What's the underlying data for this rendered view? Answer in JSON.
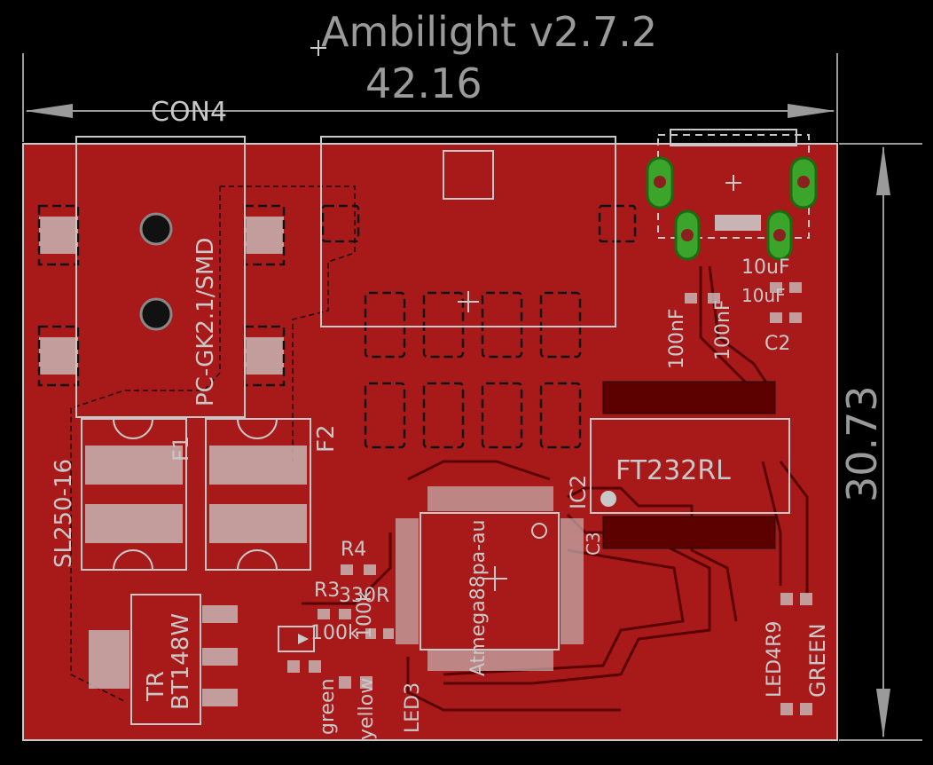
{
  "board": {
    "title": "Ambilight v2.7.2",
    "width_label": "42.16",
    "height_label": "30.73"
  },
  "labels": {
    "con4": "CON4",
    "connector": "PC-GK2.1/SMD",
    "fuse1_type": "SL250-16",
    "fuse2": "F2",
    "ft232": "FT232RL",
    "mcu": "Atmega88pa-au",
    "r4": "R4",
    "r3": "R3",
    "r_330r": "330R",
    "r_100k": "100k",
    "c2": "C2",
    "c_10uf": "10uF",
    "c_100nf": "100nF",
    "c_100nf_2": "100nF",
    "c_10uf_2": "10uF",
    "tr": "TR",
    "bt148": "BT148W",
    "led3": "LED3",
    "led9": "LED4R9",
    "green": "green",
    "green_big": "GREEN",
    "yellow": "yellow",
    "val_100k": "100k",
    "c3": "C3",
    "ic2": "IC2",
    "f1": "F1"
  },
  "colors": {
    "background": "#000000",
    "board": "#a81a1a",
    "silkscreen": "#c8c8c8",
    "via": "#3aa52a"
  }
}
